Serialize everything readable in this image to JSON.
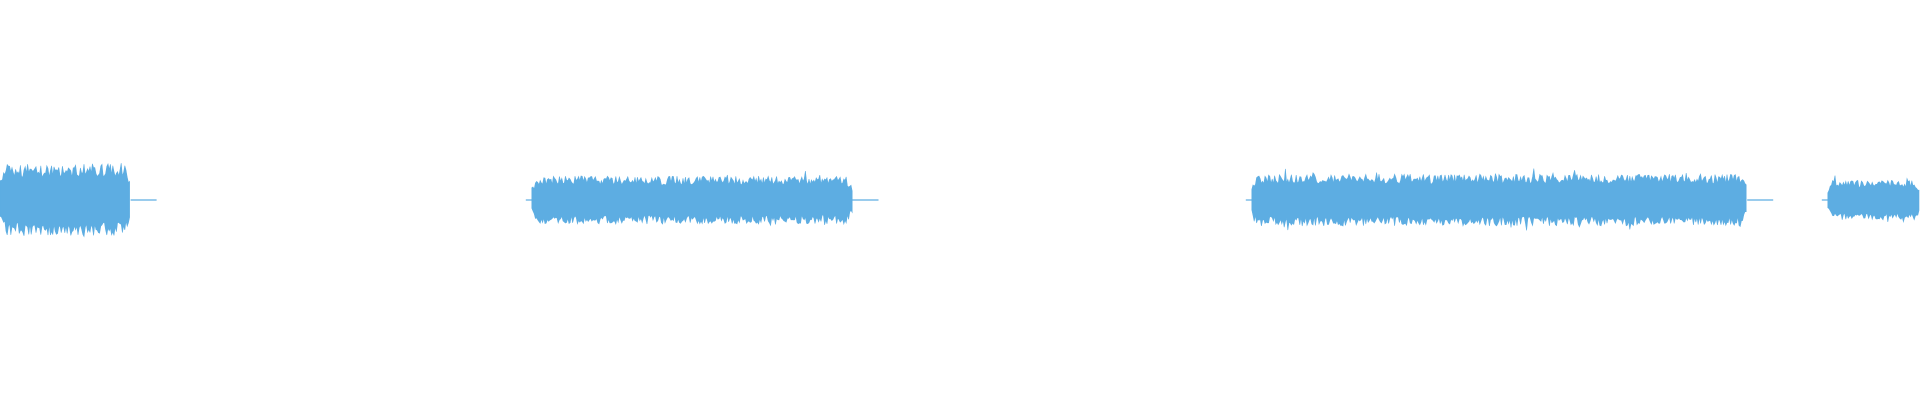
{
  "waveform": {
    "color": "#5DADE2",
    "background": "#FFFFFF",
    "segments": [
      {
        "id": "segment-1",
        "start": 0.0,
        "end": 0.068,
        "amplitude": 0.18
      },
      {
        "id": "segment-2",
        "start": 0.277,
        "end": 0.444,
        "amplitude": 0.12
      },
      {
        "id": "segment-3",
        "start": 0.652,
        "end": 0.91,
        "amplitude": 0.13
      },
      {
        "id": "segment-4",
        "start": 0.952,
        "end": 1.0,
        "amplitude": 0.1
      }
    ]
  }
}
